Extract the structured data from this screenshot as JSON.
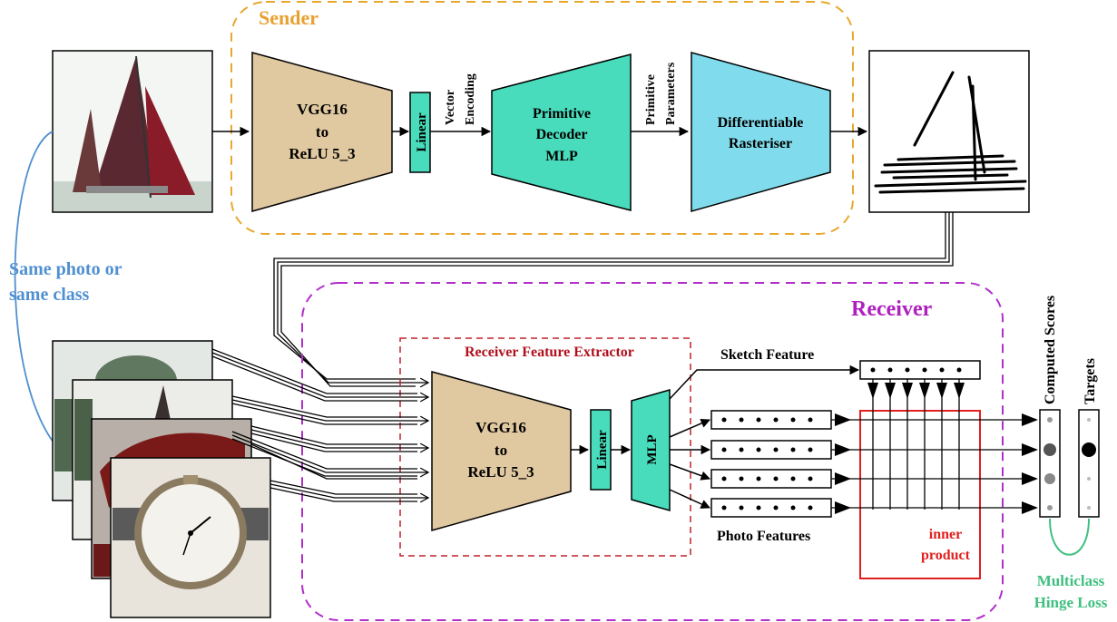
{
  "sender": {
    "title": "Sender",
    "vgg": {
      "line1": "VGG16",
      "line2": "to",
      "line3": "ReLU 5_3"
    },
    "linear": "Linear",
    "vector_encoding": {
      "line1": "Vector",
      "line2": "Encoding"
    },
    "decoder": {
      "line1": "Primitive",
      "line2": "Decoder",
      "line3": "MLP"
    },
    "primitive_parameters": {
      "line1": "Primitive",
      "line2": "Parameters"
    },
    "rasteriser": {
      "line1": "Differentiable",
      "line2": "Rasteriser"
    }
  },
  "side_note": {
    "line1": "Same photo or",
    "line2": "same class"
  },
  "receiver": {
    "title": "Receiver",
    "extractor_label": "Receiver Feature Extractor",
    "vgg": {
      "line1": "VGG16",
      "line2": "to",
      "line3": "ReLU 5_3"
    },
    "linear": "Linear",
    "mlp": "MLP",
    "sketch_feature": "Sketch Feature",
    "photo_features": "Photo Features",
    "inner_product": {
      "line1": "inner",
      "line2": "product"
    },
    "computed_scores": "Computed Scores",
    "targets": "Targets",
    "loss": {
      "line1": "Multiclass",
      "line2": "Hinge Loss"
    }
  },
  "colors": {
    "sender_border": "#e8a830",
    "sender_title": "#e8a030",
    "receiver_border": "#b030c8",
    "receiver_title": "#b020c0",
    "extractor_border": "#c0202a",
    "extractor_title": "#b0101c",
    "vgg_fill": "#e0c8a0",
    "teal_fill": "#48dcbc",
    "rasteriser_fill": "#80dcec",
    "side_note": "#5090d0",
    "inner_product_border": "#e02020",
    "inner_product_text": "#e02020",
    "loss": "#40c080"
  }
}
